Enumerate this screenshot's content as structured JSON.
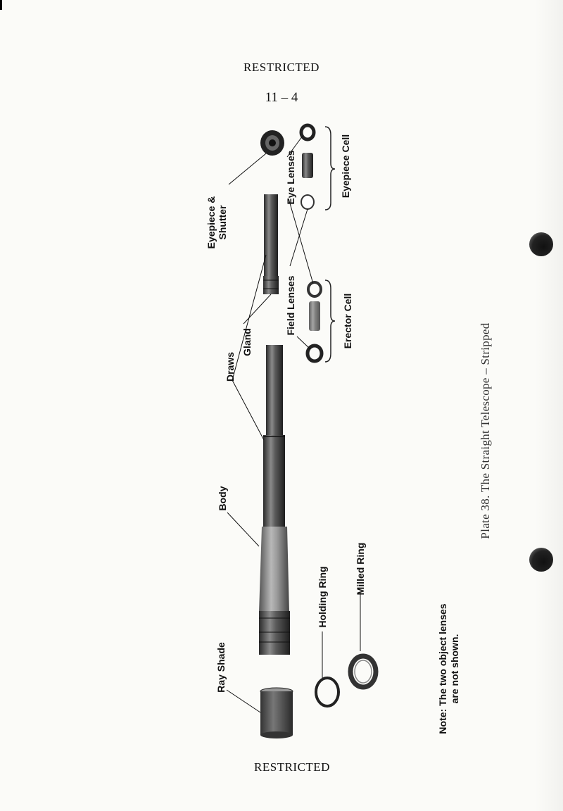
{
  "header": {
    "classification": "RESTRICTED",
    "page_number": "11 – 4"
  },
  "footer": {
    "classification": "RESTRICTED"
  },
  "caption": "Plate 38. The Straight Telescope – Stripped",
  "note": {
    "line1": "Note: The two object lenses",
    "line2": "are not shown."
  },
  "labels": {
    "eyepiece_shutter_1": "Eyepiece &",
    "eyepiece_shutter_2": "Shutter",
    "eye_lenses": "Eye Lenses",
    "eyepiece_cell": "Eyepiece Cell",
    "field_lenses": "Field Lenses",
    "erector_cell": "Erector Cell",
    "gland": "Gland",
    "draws": "Draws",
    "body": "Body",
    "ray_shade": "Ray Shade",
    "holding_ring": "Holding Ring",
    "milled_ring": "Milled Ring"
  }
}
